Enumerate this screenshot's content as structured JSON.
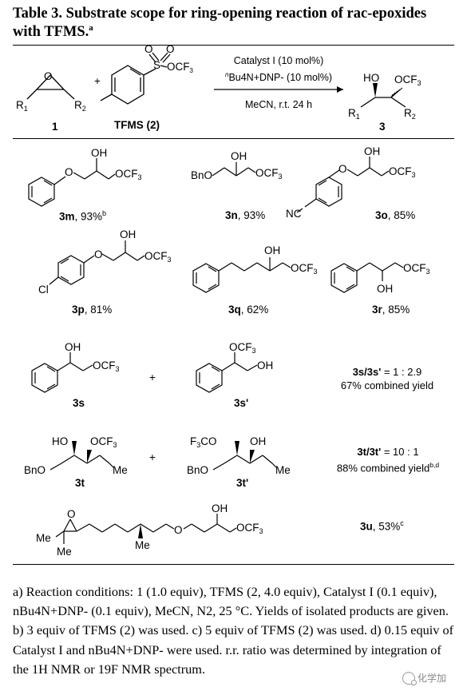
{
  "title": {
    "text": "Table 3. Substrate scope for ring-opening reaction of rac-epoxides with TFMS.",
    "footnote_mark": "a"
  },
  "scheme": {
    "epoxide_label": "1",
    "plus": "+",
    "tfms_label": "TFMS (2)",
    "product_label": "3",
    "cond_line1": "Catalyst I (10 mol%)",
    "cond_line2_prefix": "n",
    "cond_line2_main": "Bu4N+DNP- (10 mol%)",
    "cond_line3": "MeCN, r.t. 24 h"
  },
  "entries": [
    {
      "id": "3m",
      "yield": ", 93%",
      "note": "b"
    },
    {
      "id": "3n",
      "yield": ", 93%",
      "note": ""
    },
    {
      "id": "3o",
      "yield": ", 85%",
      "note": ""
    },
    {
      "id": "3p",
      "yield": ", 81%",
      "note": ""
    },
    {
      "id": "3q",
      "yield": ", 62%",
      "note": ""
    },
    {
      "id": "3r",
      "yield": ", 85%",
      "note": ""
    },
    {
      "id": "3s",
      "yield": "",
      "note": ""
    },
    {
      "id": "3s'",
      "yield": "",
      "note": ""
    },
    {
      "id": "3t",
      "yield": "",
      "note": ""
    },
    {
      "id": "3t'",
      "yield": "",
      "note": ""
    },
    {
      "id": "3u",
      "yield": ", 53%",
      "note": "c"
    }
  ],
  "ratios": {
    "s_ratio_label": "3s/3s'",
    "s_ratio_value": " = 1 : 2.9",
    "s_yield": "67% combined yield",
    "t_ratio_label": "3t/3t'",
    "t_ratio_value": " = 10 : 1",
    "t_yield": "88% combined yield",
    "t_note": "b,d"
  },
  "footnote": {
    "a": "a) Reaction conditions: 1 (1.0 equiv), TFMS (2, 4.0 equiv), Catalyst I (0.1 equiv), nBu4N+DNP- (0.1 equiv), MeCN, N2, 25 °C. Yields of isolated products are given.",
    "b": "b) 3 equiv of TFMS (2) was used.",
    "c": "c) 5 equiv of TFMS (2) was used.",
    "d": "d) 0.15 equiv of Catalyst I and nBu4N+DNP- were used. r.r. ratio was determined by integration of the 1H NMR or 19F NMR spectrum."
  },
  "watermark": {
    "text": "化学加"
  }
}
